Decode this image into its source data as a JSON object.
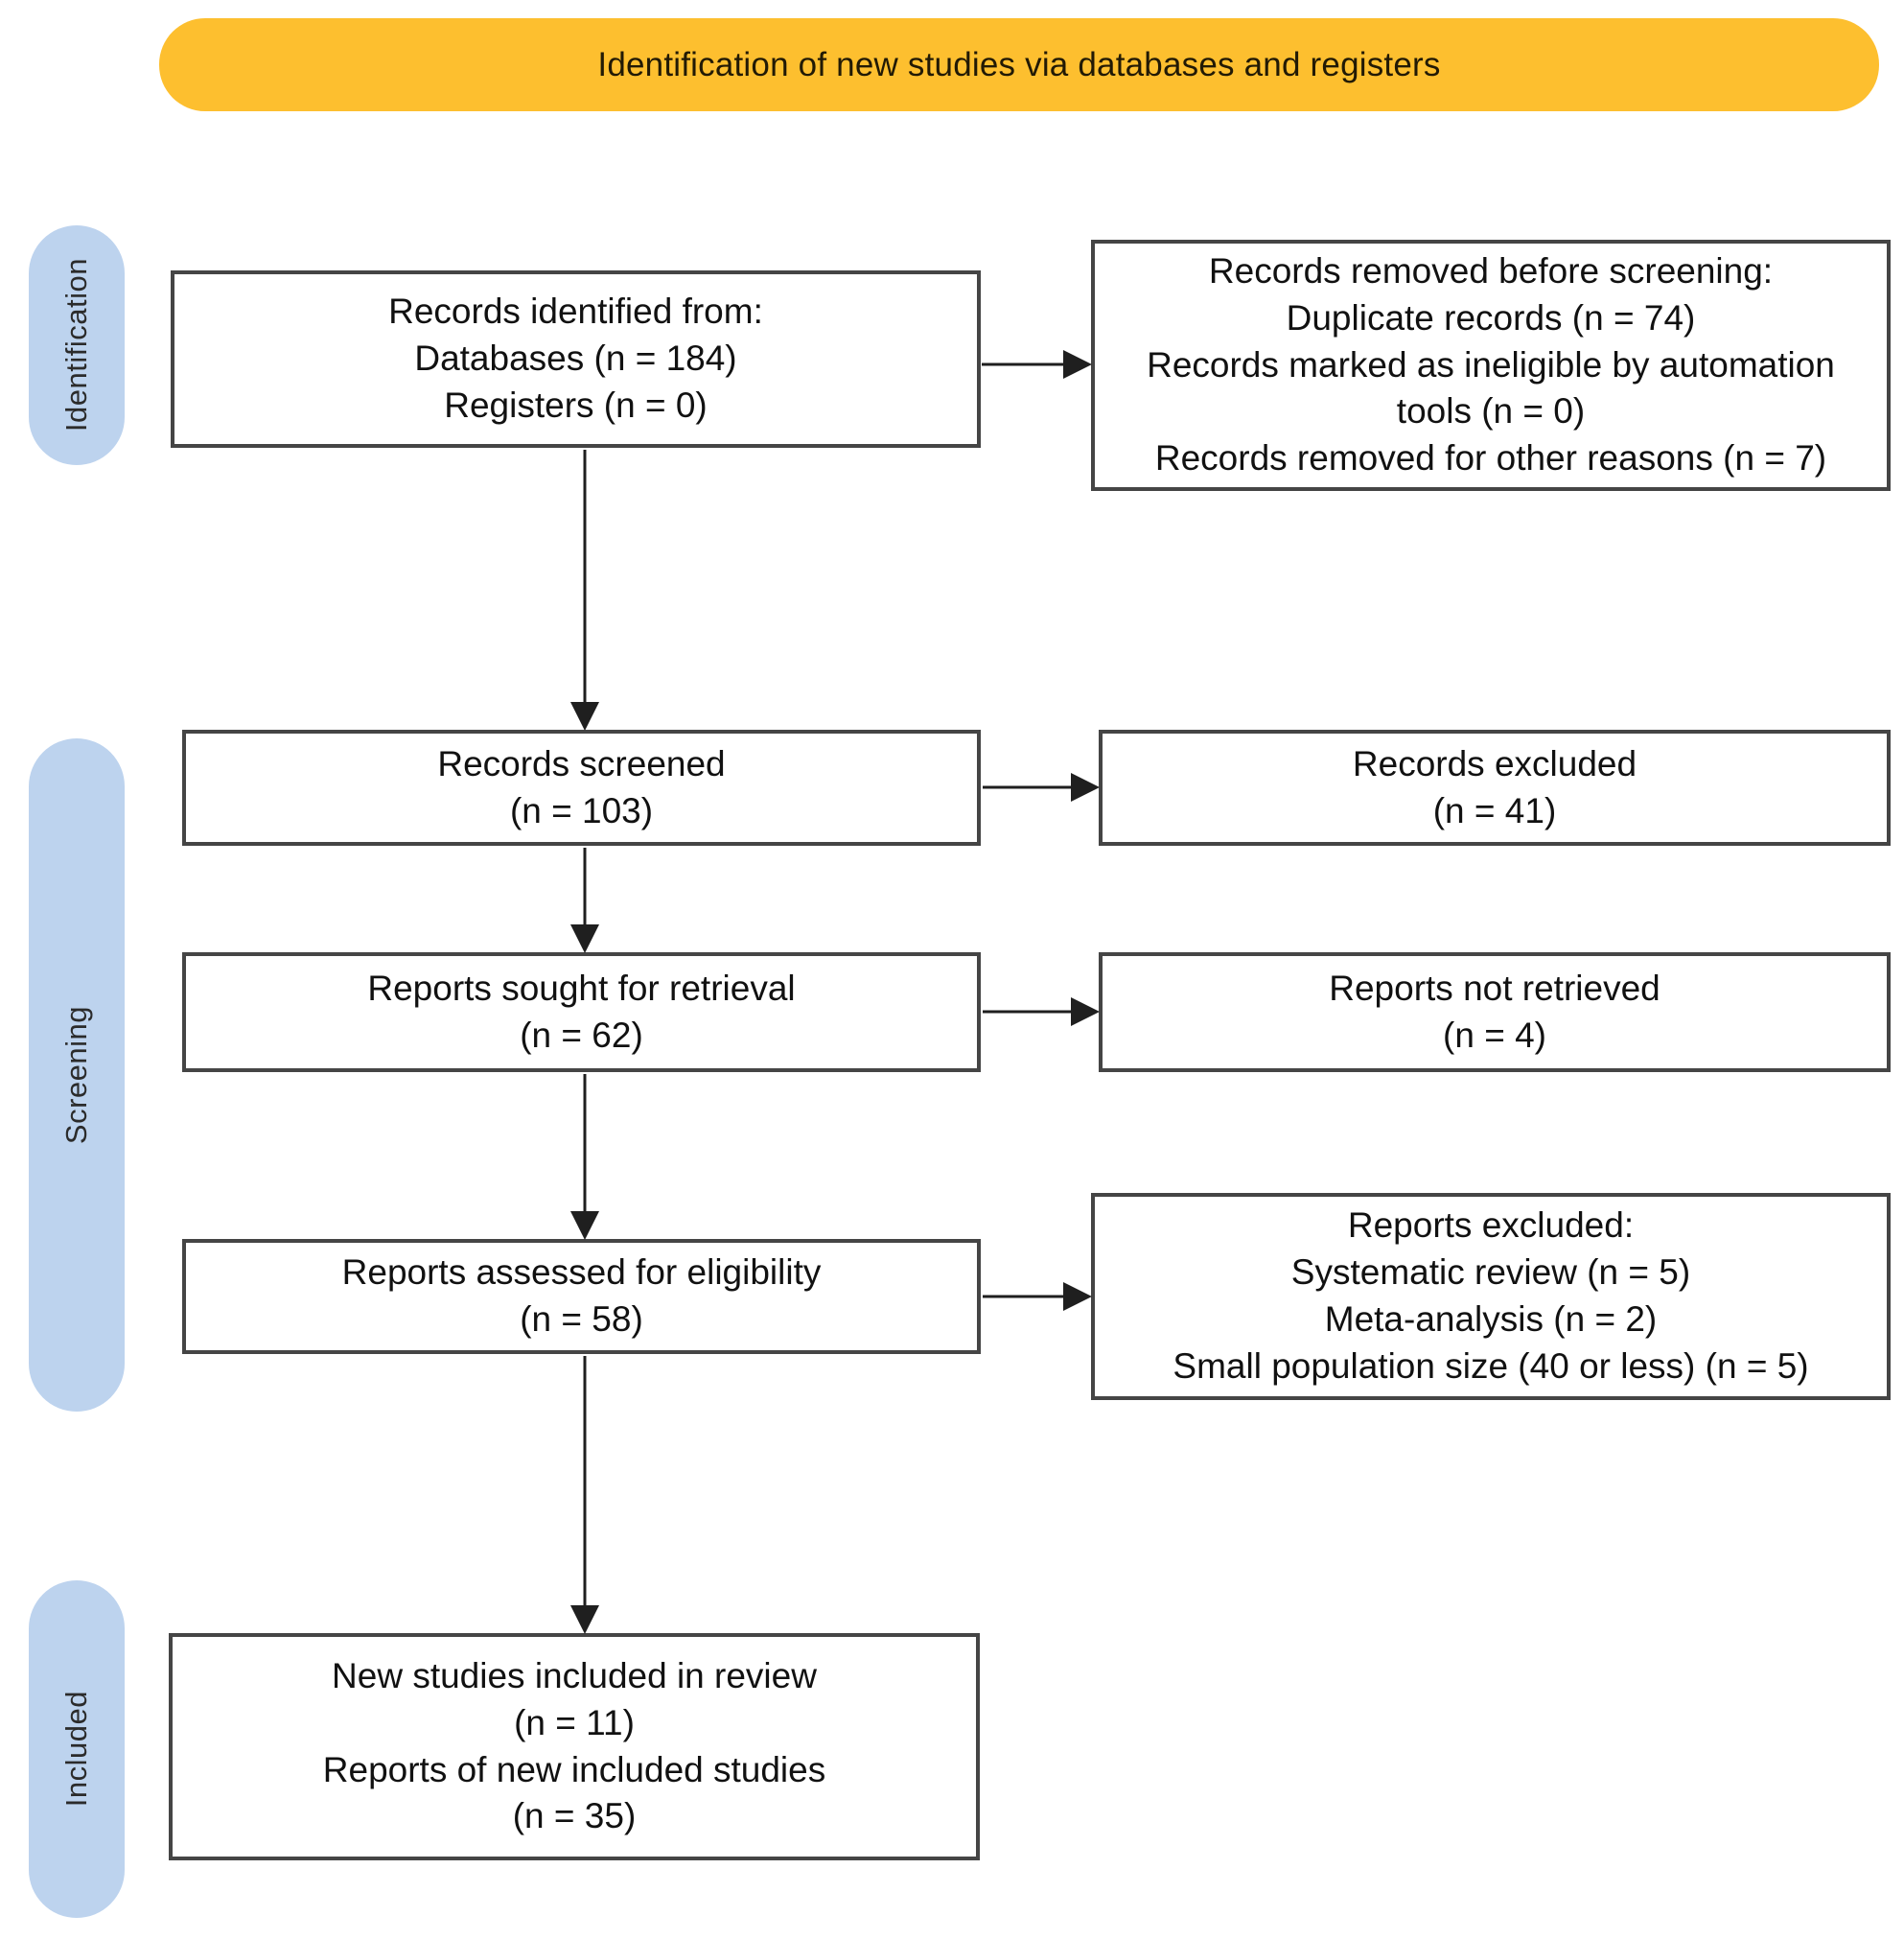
{
  "banner": {
    "title": "Identification of new studies via databases and registers"
  },
  "stages": {
    "identification": "Identification",
    "screening": "Screening",
    "included": "Included"
  },
  "boxes": {
    "records_identified": {
      "lines": [
        "Records identified from:",
        "Databases (n = 184)",
        "Registers (n = 0)"
      ]
    },
    "records_removed": {
      "lines": [
        "Records removed before screening:",
        "Duplicate records (n = 74)",
        "Records marked as ineligible by automation tools (n = 0)",
        "Records removed for other reasons (n = 7)"
      ]
    },
    "records_screened": {
      "lines": [
        "Records screened",
        "(n = 103)"
      ]
    },
    "records_excluded": {
      "lines": [
        "Records excluded",
        "(n = 41)"
      ]
    },
    "reports_sought": {
      "lines": [
        "Reports sought for retrieval",
        "(n = 62)"
      ]
    },
    "reports_not_retrieved": {
      "lines": [
        "Reports not retrieved",
        "(n = 4)"
      ]
    },
    "reports_assessed": {
      "lines": [
        "Reports assessed for eligibility",
        "(n = 58)"
      ]
    },
    "reports_excluded": {
      "lines": [
        "Reports excluded:",
        "Systematic review (n = 5)",
        "Meta-analysis (n = 2)",
        "Small population size (40 or less) (n = 5)"
      ]
    },
    "new_studies_included": {
      "lines": [
        "New studies included in review",
        "(n = 11)",
        "Reports of new included studies",
        "(n = 35)"
      ]
    }
  },
  "colors": {
    "banner_bg": "#FDBF2F",
    "stage_bg": "#BDD3EE",
    "box_bg": "#FFFFFF",
    "box_border": "#454545",
    "arrow": "#1F1F1F",
    "text": "#111111"
  }
}
